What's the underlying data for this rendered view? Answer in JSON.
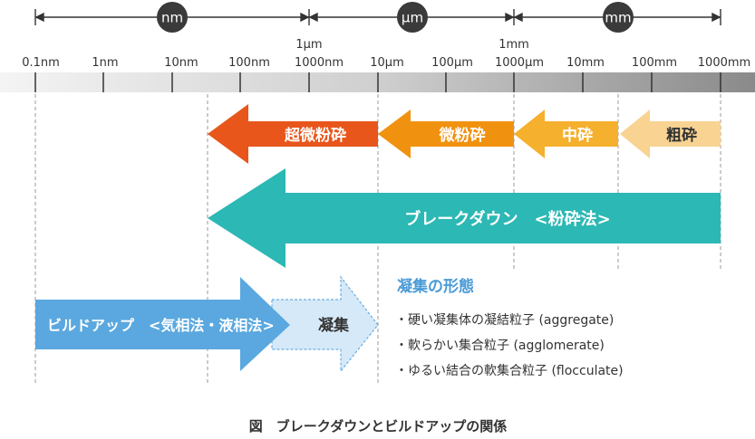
{
  "units": {
    "nm": "nm",
    "um": "μm",
    "mm": "mm"
  },
  "scale": {
    "top_labels": [
      "1μm",
      "1mm"
    ],
    "labels": [
      "0.1nm",
      "1nm",
      "10nm",
      "100nm",
      "1000nm",
      "10μm",
      "100μm",
      "1000μm",
      "10mm",
      "100mm",
      "1000mm"
    ]
  },
  "arrows": {
    "ultrafine": "超微粉砕",
    "fine": "微粉砕",
    "medium": "中砕",
    "coarse": "粗砕",
    "breakdown": "ブレークダウン　<粉砕法>",
    "buildup": "ビルドアップ　<気相法・液相法>",
    "aggregation": "凝集"
  },
  "aggregation_info": {
    "title": "凝集の形態",
    "items": [
      "・硬い凝集体の凝結粒子 (aggregate)",
      "・軟らかい集合粒子 (agglomerate)",
      "・ゆるい結合の軟集合粒子 (flocculate)"
    ]
  },
  "caption": "図　ブレークダウンとビルドアップの関係",
  "colors": {
    "ultrafine": "#e8561b",
    "fine": "#f0920f",
    "medium": "#f5b02e",
    "coarse": "#f8d392",
    "breakdown": "#2cb8b4",
    "buildup": "#5aa8df",
    "aggregation": "#d6e9f8",
    "badge": "#3a3a3a",
    "info_title": "#4a9bd6"
  }
}
